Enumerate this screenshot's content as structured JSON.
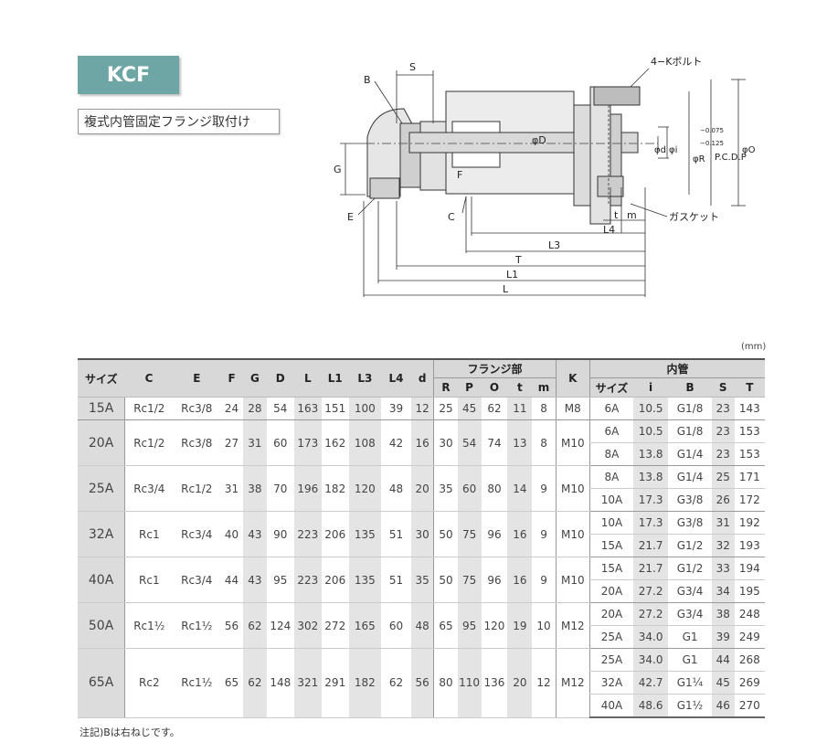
{
  "title": "KCF",
  "subtitle": "複式内管固定フランジ取付け",
  "unit_note": "(mm)",
  "footnote": "注記)Bは右ねじです。",
  "diagram": {
    "labels": {
      "S": "S",
      "B": "B",
      "bolt": "4−Kボルト",
      "G": "G",
      "E": "E",
      "F": "F",
      "C": "C",
      "phiD": "φD",
      "phid": "φd",
      "phii": "φi",
      "phiR": "φR",
      "tol_upper": "−0.075",
      "tol_lower": "−0.125",
      "pcd": "P.C.D.P",
      "phiO": "φO",
      "t": "t",
      "m": "m",
      "gasket": "ガスケット",
      "L4": "L4",
      "L3": "L3",
      "T": "T",
      "L1": "L1",
      "L": "L"
    }
  },
  "table": {
    "header_row1": [
      "サイズ",
      "C",
      "E",
      "F",
      "G",
      "D",
      "L",
      "L1",
      "L3",
      "L4",
      "d",
      "フランジ部",
      "K",
      "内管"
    ],
    "flange_cols": [
      "R",
      "P",
      "O",
      "t",
      "m"
    ],
    "inner_cols": [
      "サイズ",
      "i",
      "B",
      "S",
      "T"
    ],
    "groups": [
      {
        "size": "15A",
        "C": "Rc1/2",
        "E": "Rc3/8",
        "F": "24",
        "G": "28",
        "D": "54",
        "L": "163",
        "L1": "151",
        "L3": "100",
        "L4": "39",
        "d": "12",
        "R": "25",
        "P": "45",
        "O": "62",
        "t": "11",
        "m": "8",
        "K": "M8",
        "inner": [
          {
            "size": "6A",
            "i": "10.5",
            "B": "G1/8",
            "S": "23",
            "T": "143"
          }
        ]
      },
      {
        "size": "20A",
        "C": "Rc1/2",
        "E": "Rc3/8",
        "F": "27",
        "G": "31",
        "D": "60",
        "L": "173",
        "L1": "162",
        "L3": "108",
        "L4": "42",
        "d": "16",
        "R": "30",
        "P": "54",
        "O": "74",
        "t": "13",
        "m": "8",
        "K": "M10",
        "inner": [
          {
            "size": "6A",
            "i": "10.5",
            "B": "G1/8",
            "S": "23",
            "T": "153"
          },
          {
            "size": "8A",
            "i": "13.8",
            "B": "G1/4",
            "S": "23",
            "T": "153"
          }
        ]
      },
      {
        "size": "25A",
        "C": "Rc3/4",
        "E": "Rc1/2",
        "F": "31",
        "G": "38",
        "D": "70",
        "L": "196",
        "L1": "182",
        "L3": "120",
        "L4": "48",
        "d": "20",
        "R": "35",
        "P": "60",
        "O": "80",
        "t": "14",
        "m": "9",
        "K": "M10",
        "inner": [
          {
            "size": "8A",
            "i": "13.8",
            "B": "G1/4",
            "S": "25",
            "T": "171"
          },
          {
            "size": "10A",
            "i": "17.3",
            "B": "G3/8",
            "S": "26",
            "T": "172"
          }
        ]
      },
      {
        "size": "32A",
        "C": "Rc1",
        "E": "Rc3/4",
        "F": "40",
        "G": "43",
        "D": "90",
        "L": "223",
        "L1": "206",
        "L3": "135",
        "L4": "51",
        "d": "30",
        "R": "50",
        "P": "75",
        "O": "96",
        "t": "16",
        "m": "9",
        "K": "M10",
        "inner": [
          {
            "size": "10A",
            "i": "17.3",
            "B": "G3/8",
            "S": "31",
            "T": "192"
          },
          {
            "size": "15A",
            "i": "21.7",
            "B": "G1/2",
            "S": "32",
            "T": "193"
          }
        ]
      },
      {
        "size": "40A",
        "C": "Rc1",
        "E": "Rc3/4",
        "F": "44",
        "G": "43",
        "D": "95",
        "L": "223",
        "L1": "206",
        "L3": "135",
        "L4": "51",
        "d": "35",
        "R": "50",
        "P": "75",
        "O": "96",
        "t": "16",
        "m": "9",
        "K": "M10",
        "inner": [
          {
            "size": "15A",
            "i": "21.7",
            "B": "G1/2",
            "S": "33",
            "T": "194"
          },
          {
            "size": "20A",
            "i": "27.2",
            "B": "G3/4",
            "S": "34",
            "T": "195"
          }
        ]
      },
      {
        "size": "50A",
        "C": "Rc1½",
        "E": "Rc1½",
        "F": "56",
        "G": "62",
        "D": "124",
        "L": "302",
        "L1": "272",
        "L3": "165",
        "L4": "60",
        "d": "48",
        "R": "65",
        "P": "95",
        "O": "120",
        "t": "19",
        "m": "10",
        "K": "M12",
        "inner": [
          {
            "size": "20A",
            "i": "27.2",
            "B": "G3/4",
            "S": "38",
            "T": "248"
          },
          {
            "size": "25A",
            "i": "34.0",
            "B": "G1",
            "S": "39",
            "T": "249"
          }
        ]
      },
      {
        "size": "65A",
        "C": "Rc2",
        "E": "Rc1½",
        "F": "65",
        "G": "62",
        "D": "148",
        "L": "321",
        "L1": "291",
        "L3": "182",
        "L4": "62",
        "d": "56",
        "R": "80",
        "P": "110",
        "O": "136",
        "t": "20",
        "m": "12",
        "K": "M12",
        "inner": [
          {
            "size": "25A",
            "i": "34.0",
            "B": "G1",
            "S": "44",
            "T": "268"
          },
          {
            "size": "32A",
            "i": "42.7",
            "B": "G1¼",
            "S": "45",
            "T": "269"
          },
          {
            "size": "40A",
            "i": "48.6",
            "B": "G1½",
            "S": "46",
            "T": "270"
          }
        ]
      }
    ]
  }
}
